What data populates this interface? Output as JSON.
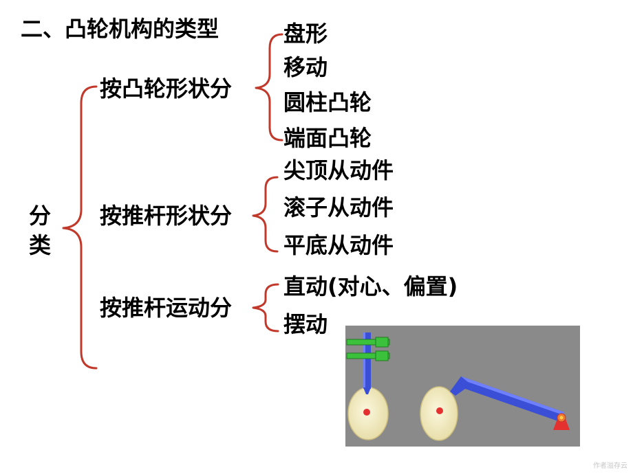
{
  "title": "二、凸轮机构的类型",
  "classification": [
    "分",
    "类"
  ],
  "groups": [
    {
      "label": "按凸轮形状分",
      "items": [
        "盘形",
        "移动",
        "圆柱凸轮",
        "端面凸轮"
      ]
    },
    {
      "label": "按推杆形状分",
      "items": [
        "尖顶从动件",
        "滚子从动件",
        "平底从动件"
      ]
    },
    {
      "label": "按推杆运动分",
      "items": [
        "直动(对心、偏置)",
        "摆动"
      ]
    }
  ],
  "watermark": "作者溢存云",
  "colors": {
    "brace": "#c0392b",
    "figure_bg": "#8a8a8a",
    "rod": "#3a4fd6",
    "guide": "#3cc13c",
    "cam": "#f2ecc0",
    "pivot": "#e53030"
  }
}
